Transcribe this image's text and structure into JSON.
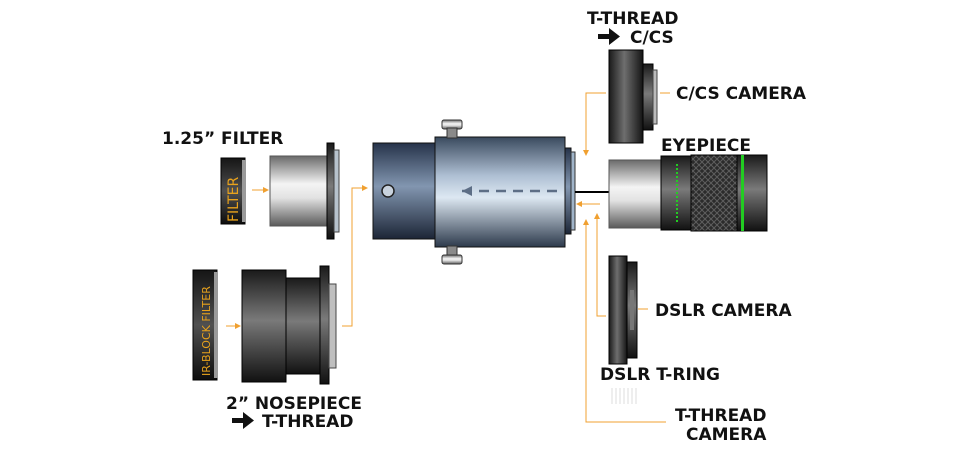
{
  "labels": {
    "filter_125": "1.25” FILTER",
    "nosepiece_line1": "2” NOSEPIECE",
    "nosepiece_line2": "T-THREAD",
    "tthread_cs_line1": "T-THREAD",
    "tthread_cs_line2": "C/CS",
    "cs_camera": "C/CS CAMERA",
    "eyepiece": "EYEPIECE",
    "dslr_camera": "DSLR CAMERA",
    "dslr_tring": "DSLR T-RING",
    "tthread_camera_line1": "T-THREAD",
    "tthread_camera_line2": "CAMERA"
  },
  "component_text": {
    "filter_cell": "FILTER",
    "ir_block_filter": "IR-BLOCK FILTER"
  },
  "colors": {
    "connector": "#f0a030",
    "filter_text": "#e8a21c",
    "eyepiece_accent": "#22cc22"
  }
}
